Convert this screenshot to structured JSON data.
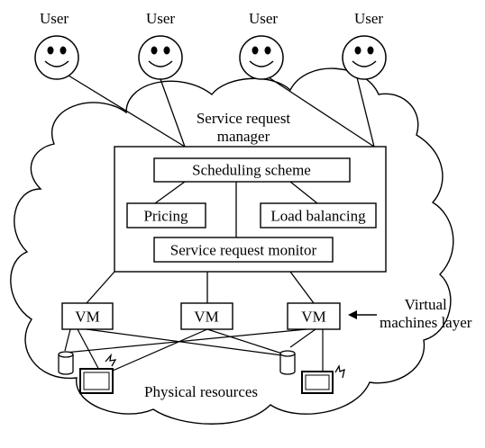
{
  "users": {
    "label_1": "User",
    "label_2": "User",
    "label_3": "User",
    "label_4": "User"
  },
  "manager": {
    "title_line1": "Service request",
    "title_line2": "manager",
    "scheduling": "Scheduling scheme",
    "pricing": "Pricing",
    "load_balancing": "Load balancing",
    "monitor": "Service request monitor"
  },
  "vm_layer": {
    "vm_1": "VM",
    "vm_2": "VM",
    "vm_3": "VM",
    "label_line1": "Virtual",
    "label_line2": "machines layer"
  },
  "physical": {
    "label": "Physical resources"
  }
}
